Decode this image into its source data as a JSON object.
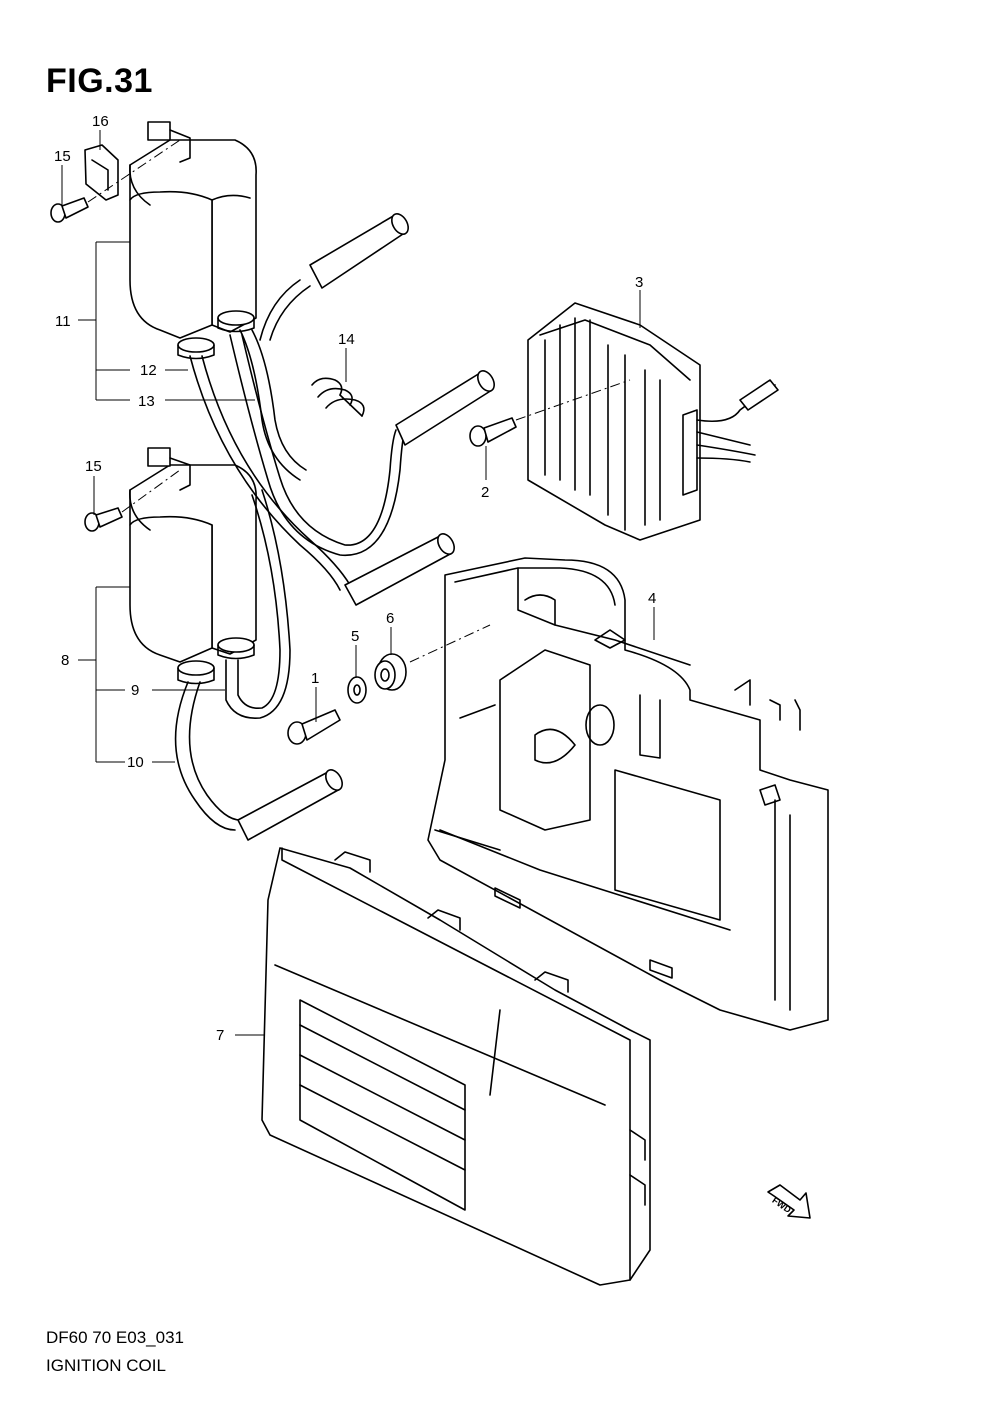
{
  "figure": {
    "title": "FIG.31",
    "code": "DF60 70 E03_031",
    "name": "IGNITION COIL",
    "direction_badge": "FWD"
  },
  "callouts": [
    {
      "id": "c16",
      "label": "16"
    },
    {
      "id": "c15a",
      "label": "15"
    },
    {
      "id": "c11",
      "label": "11"
    },
    {
      "id": "c12",
      "label": "12"
    },
    {
      "id": "c13",
      "label": "13"
    },
    {
      "id": "c14",
      "label": "14"
    },
    {
      "id": "c3",
      "label": "3"
    },
    {
      "id": "c2",
      "label": "2"
    },
    {
      "id": "c15b",
      "label": "15"
    },
    {
      "id": "c4",
      "label": "4"
    },
    {
      "id": "c5",
      "label": "5"
    },
    {
      "id": "c6",
      "label": "6"
    },
    {
      "id": "c8",
      "label": "8"
    },
    {
      "id": "c9",
      "label": "9"
    },
    {
      "id": "c1",
      "label": "1"
    },
    {
      "id": "c10",
      "label": "10"
    },
    {
      "id": "c7",
      "label": "7"
    }
  ]
}
